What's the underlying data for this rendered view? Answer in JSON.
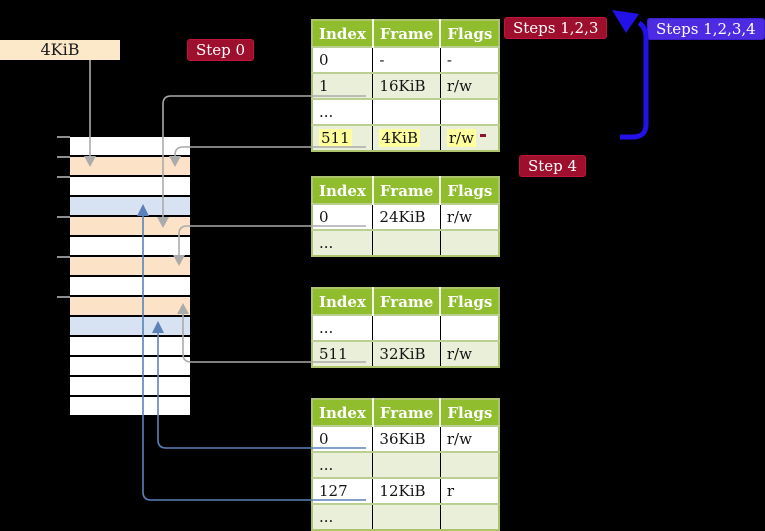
{
  "labels": {
    "page_size": "4KiB"
  },
  "badges": {
    "step0": {
      "text": "Step 0"
    },
    "steps123": {
      "text": "Steps 1,2,3"
    },
    "steps1234": {
      "text": "Steps 1,2,3,4"
    },
    "step4": {
      "text": "Step 4"
    }
  },
  "page_tables": [
    {
      "name": "page-table-level-top",
      "headers": [
        "Index",
        "Frame",
        "Flags"
      ],
      "rows": [
        {
          "cells": [
            "0",
            "-",
            "-"
          ],
          "shaded": false,
          "highlight": false
        },
        {
          "cells": [
            "1",
            "16KiB",
            "r/w"
          ],
          "shaded": true,
          "highlight": false
        },
        {
          "cells": [
            "...",
            "",
            ""
          ],
          "shaded": false,
          "highlight": false
        },
        {
          "cells": [
            "511",
            "4KiB",
            "r/w"
          ],
          "shaded": true,
          "highlight": true
        }
      ]
    },
    {
      "name": "page-table-second",
      "headers": [
        "Index",
        "Frame",
        "Flags"
      ],
      "rows": [
        {
          "cells": [
            "0",
            "24KiB",
            "r/w"
          ],
          "shaded": false,
          "highlight": false
        },
        {
          "cells": [
            "...",
            "",
            ""
          ],
          "shaded": true,
          "highlight": false
        }
      ]
    },
    {
      "name": "page-table-third",
      "headers": [
        "Index",
        "Frame",
        "Flags"
      ],
      "rows": [
        {
          "cells": [
            "...",
            "",
            ""
          ],
          "shaded": false,
          "highlight": false
        },
        {
          "cells": [
            "511",
            "32KiB",
            "r/w"
          ],
          "shaded": true,
          "highlight": false
        }
      ]
    },
    {
      "name": "page-table-leaf",
      "headers": [
        "Index",
        "Frame",
        "Flags"
      ],
      "rows": [
        {
          "cells": [
            "0",
            "36KiB",
            "r/w"
          ],
          "shaded": false,
          "highlight": false
        },
        {
          "cells": [
            "...",
            "",
            ""
          ],
          "shaded": true,
          "highlight": false
        },
        {
          "cells": [
            "127",
            "12KiB",
            "r"
          ],
          "shaded": false,
          "highlight": false
        },
        {
          "cells": [
            "...",
            "",
            ""
          ],
          "shaded": true,
          "highlight": false
        }
      ]
    }
  ],
  "memory_stack": {
    "rows": [
      "frame-plain",
      "frame-pagetable",
      "frame-plain",
      "frame-mapped",
      "frame-pagetable",
      "frame-plain",
      "frame-pagetable",
      "frame-plain",
      "frame-pagetable",
      "frame-mapped",
      "frame-plain",
      "frame-plain",
      "frame-plain",
      "frame-plain"
    ]
  },
  "colors": {
    "badge_red": "#9e0e2d",
    "badge_blue": "#4c2be3",
    "arrow_loop_blue": "#2312e8",
    "connector_gray": "#ababab",
    "connector_blue": "#5b82b8",
    "header_green": "#8fbd2e",
    "row_green": "#e9efd8",
    "frame_peach": "#fce3c7",
    "frame_blue": "#d7e2f2",
    "label_beige": "#fbe9c9",
    "highlight_yellow": "#ffff9d"
  }
}
